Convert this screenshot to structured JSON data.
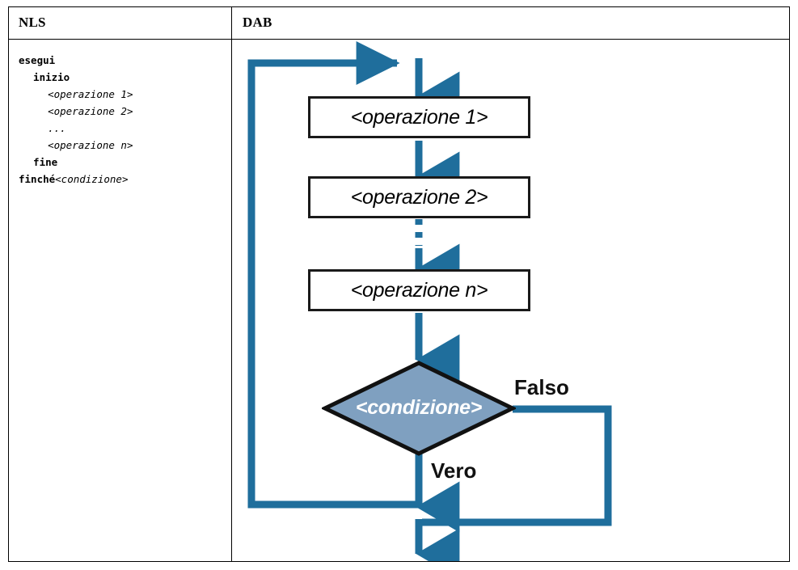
{
  "table": {
    "headers": [
      "NLS",
      "DAB"
    ]
  },
  "nls": {
    "lines": [
      {
        "indent": 0,
        "segments": [
          {
            "text": "esegui",
            "style": "keyword"
          }
        ]
      },
      {
        "indent": 1,
        "segments": [
          {
            "text": "inizio",
            "style": "keyword"
          }
        ]
      },
      {
        "indent": 2,
        "segments": [
          {
            "text": "<operazione 1>",
            "style": "placeholder"
          }
        ]
      },
      {
        "indent": 2,
        "segments": [
          {
            "text": "<operazione 2>",
            "style": "placeholder"
          }
        ]
      },
      {
        "indent": 2,
        "segments": [
          {
            "text": "...",
            "style": "placeholder"
          }
        ]
      },
      {
        "indent": 2,
        "segments": [
          {
            "text": "<operazione n>",
            "style": "placeholder"
          }
        ]
      },
      {
        "indent": 1,
        "segments": [
          {
            "text": "fine",
            "style": "keyword"
          }
        ]
      },
      {
        "indent": 0,
        "segments": [
          {
            "text": "finché",
            "style": "keyword"
          },
          {
            "text": "<condizione>",
            "style": "placeholder"
          }
        ]
      }
    ]
  },
  "flowchart": {
    "title": "DAB",
    "nodes": {
      "op1": "<operazione 1>",
      "op2": "<operazione 2>",
      "opn": "<operazione n>",
      "condition": "<condizione>"
    },
    "branch_labels": {
      "false": "Falso",
      "true": "Vero"
    },
    "colors": {
      "arrow": "#1F6E9C",
      "arrow_light": "#2E80AE",
      "diamond_fill": "#7FA0C0",
      "diamond_stroke": "#111111",
      "box_stroke": "#1a1a1a",
      "box_fill": "#ffffff",
      "text": "#000000",
      "diamond_text": "#ffffff",
      "table_border": "#000000"
    },
    "connector_styles": {
      "op1_to_op2": "solid",
      "op2_to_opn": "dashed",
      "opn_to_condition": "solid",
      "loop_back": "solid",
      "false_path": "solid",
      "exit": "solid"
    }
  }
}
